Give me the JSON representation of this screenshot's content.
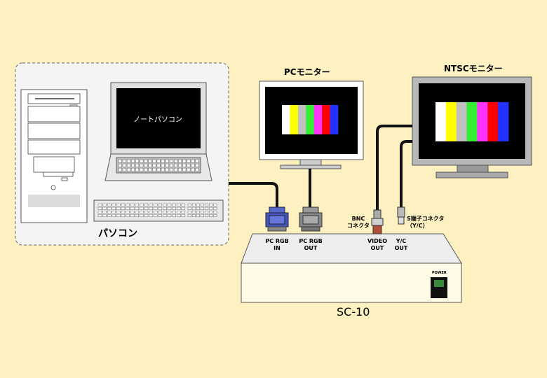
{
  "labels": {
    "pc_group": "パソコン",
    "notebook_screen": "ノートパソコン",
    "pc_monitor": "PCモニター",
    "ntsc_monitor": "NTSCモニター",
    "device": "SC-10",
    "power": "POWER",
    "pc_rgb_in": [
      "PC RGB",
      "IN"
    ],
    "pc_rgb_out": [
      "PC RGB",
      "OUT"
    ],
    "video_out": [
      "VIDEO",
      "OUT"
    ],
    "yc_out": [
      "Y/C",
      "OUT"
    ],
    "bnc": [
      "BNC",
      "コネクタ"
    ],
    "s_terminal": [
      "S端子コネクタ",
      "（Y/C）"
    ]
  },
  "colors": {
    "background": "#fdf1c2",
    "color_bars": [
      "#ffffff",
      "#ffff00",
      "#c0c0c0",
      "#33ee33",
      "#ff33ff",
      "#ff0000",
      "#2233ff"
    ]
  }
}
